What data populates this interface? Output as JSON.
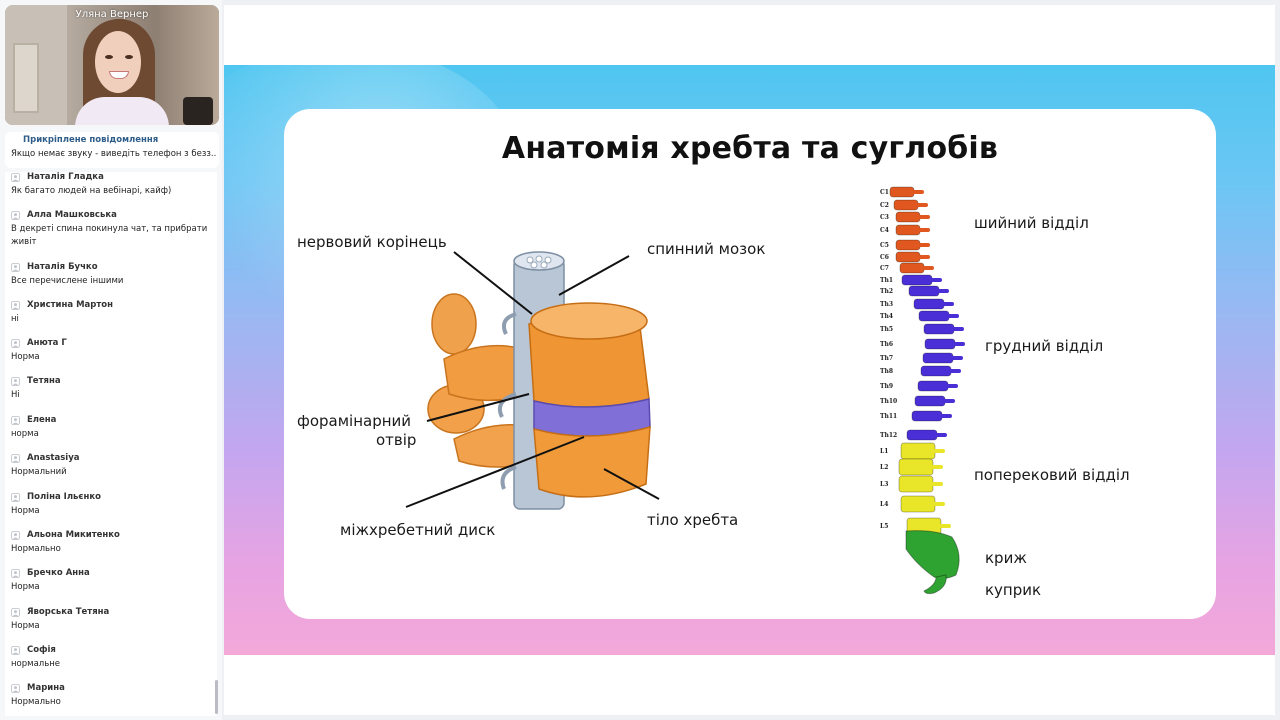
{
  "video": {
    "participant_name": "Уляна Вернер"
  },
  "pinned": {
    "title": "Прикріплене повідомлення",
    "text": "Якщо немає звуку - виведіть телефон з безз..."
  },
  "chat": [
    {
      "name": "Наталія Гладка",
      "text": "Як багато людей на вебінарі, кайф)"
    },
    {
      "name": "Алла Машковська",
      "text": "В декреті спина покинула чат, та прибрати живіт"
    },
    {
      "name": "Наталія Бучко",
      "text": "Все перечислене іншими"
    },
    {
      "name": "Христина Мартон",
      "text": "ні"
    },
    {
      "name": "Анюта Г",
      "text": "Норма"
    },
    {
      "name": "Тетяна",
      "text": "Ні"
    },
    {
      "name": "Елена",
      "text": "норма"
    },
    {
      "name": "Anastasiya",
      "text": "Нормальний"
    },
    {
      "name": "Поліна Ільєнко",
      "text": "Норма"
    },
    {
      "name": "Альона Микитенко",
      "text": "Нормально"
    },
    {
      "name": "Бречко Анна",
      "text": "Норма"
    },
    {
      "name": "Яворська Тетяна",
      "text": "Норма"
    },
    {
      "name": "Софія",
      "text": "нормальне"
    },
    {
      "name": "Марина",
      "text": "Нормально"
    }
  ],
  "slide": {
    "title": "Анатомія хребта та суглобів",
    "labels": {
      "nerve_root": "нервовий корінець",
      "spinal_cord": "спинний мозок",
      "foramen_1": "форамінарний",
      "foramen_2": "отвір",
      "disc": "міжхребетний диск",
      "body": "тіло хребта",
      "cervical": "шийний відділ",
      "thoracic": "грудний відділ",
      "lumbar": "поперековий відділ",
      "sacrum": "криж",
      "coccyx": "куприк"
    },
    "vertebra_labels": [
      "C1",
      "C2",
      "C3",
      "C4",
      "C5",
      "C6",
      "C7",
      "Th1",
      "Th2",
      "Th3",
      "Th4",
      "Th5",
      "Th6",
      "Th7",
      "Th8",
      "Th9",
      "Th10",
      "Th11",
      "Th12",
      "L1",
      "L2",
      "L3",
      "L4",
      "L5"
    ],
    "colors": {
      "cervical": "#e0581f",
      "thoracic": "#4b2fd6",
      "lumbar": "#e9e62a",
      "sacrum": "#2fa332",
      "bone": "#f09a3a",
      "disc": "#7f6fd6"
    }
  }
}
